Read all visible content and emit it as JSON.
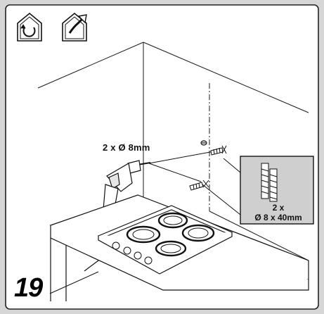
{
  "step": {
    "number": "19"
  },
  "drill": {
    "label": "2 x Ø 8mm"
  },
  "anchors": {
    "quantity": "2 x",
    "size": "Ø 8 x 40mm"
  },
  "icons": {
    "recirculation": "recirculation-mode-icon",
    "extraction": "ducted-extraction-mode-icon"
  },
  "colors": {
    "background": "#d6d6d6",
    "line": "#1a1a1a",
    "border": "#222222"
  }
}
